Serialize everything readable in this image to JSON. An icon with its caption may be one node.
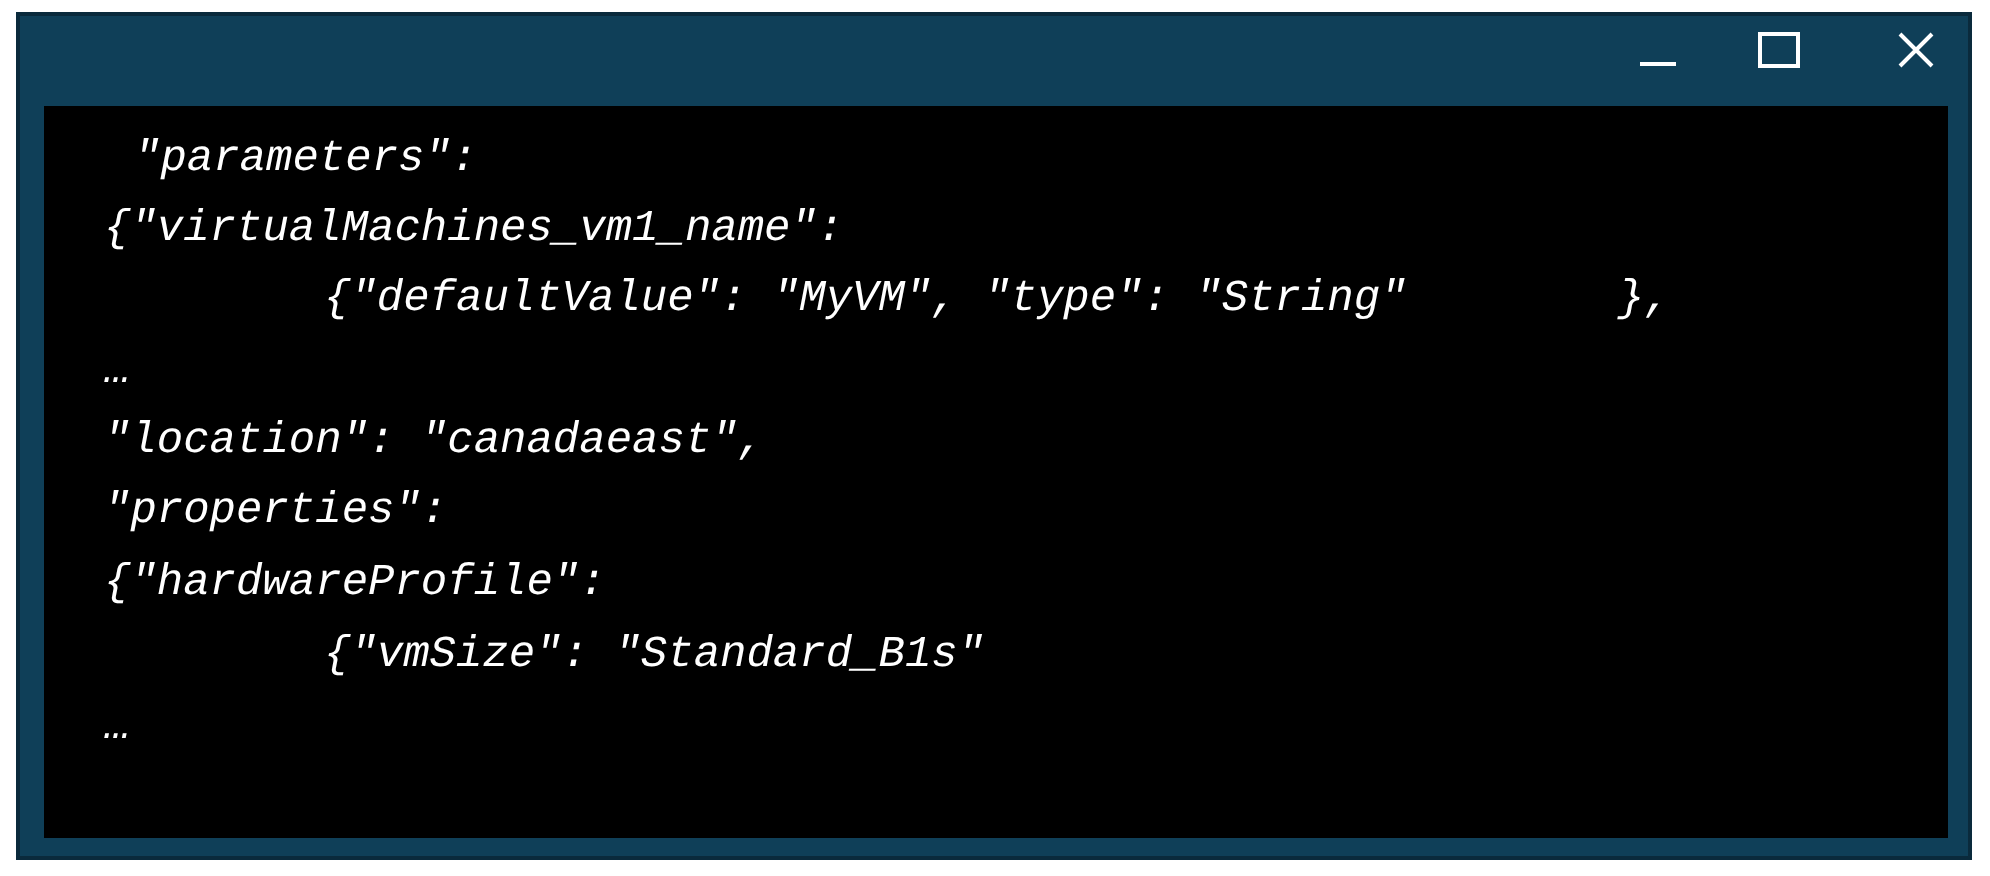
{
  "diagram": {
    "labels": [
      "\"parameters\":",
      "{\"virtualMachines_vm1_name\":",
      "{\"defaultValue\": \"MyVM\", \"type\": \"String\"        },",
      "…",
      "\"location\": \"canadaeast\",",
      "\"properties\":",
      "{\"hardwareProfile\":",
      "{\"vmSize\": \"Standard_B1s\"",
      "…"
    ]
  }
}
